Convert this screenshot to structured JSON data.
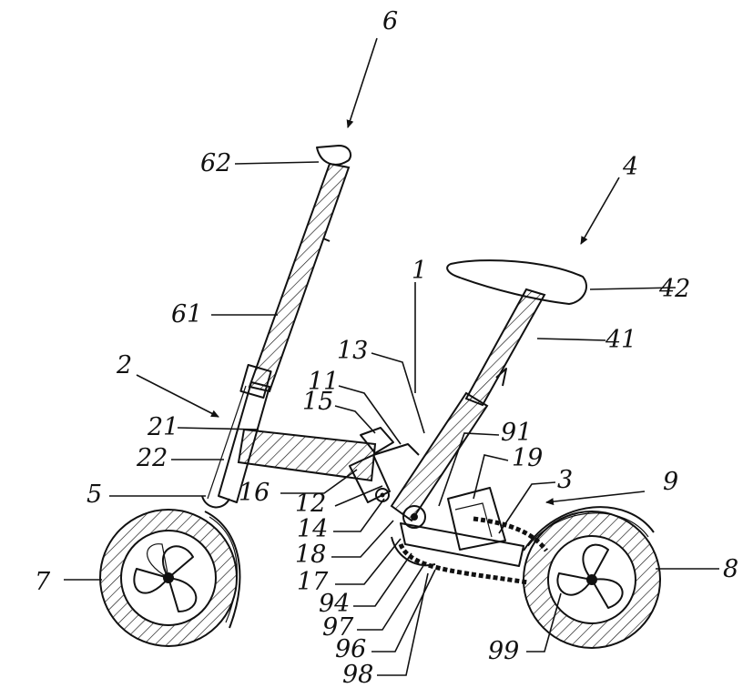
{
  "labels": {
    "l6": "6",
    "l62": "62",
    "l4": "4",
    "l42": "42",
    "l1": "1",
    "l41": "41",
    "l61": "61",
    "l13": "13",
    "l2": "2",
    "l11": "11",
    "l15": "15",
    "l21": "21",
    "l91": "91",
    "l19": "19",
    "l22": "22",
    "l3": "3",
    "l9": "9",
    "l16": "16",
    "l5": "5",
    "l12": "12",
    "l14": "14",
    "l18": "18",
    "l7": "7",
    "l8": "8",
    "l17": "17",
    "l94": "94",
    "l97": "97",
    "l99": "99",
    "l96": "96",
    "l98": "98"
  }
}
